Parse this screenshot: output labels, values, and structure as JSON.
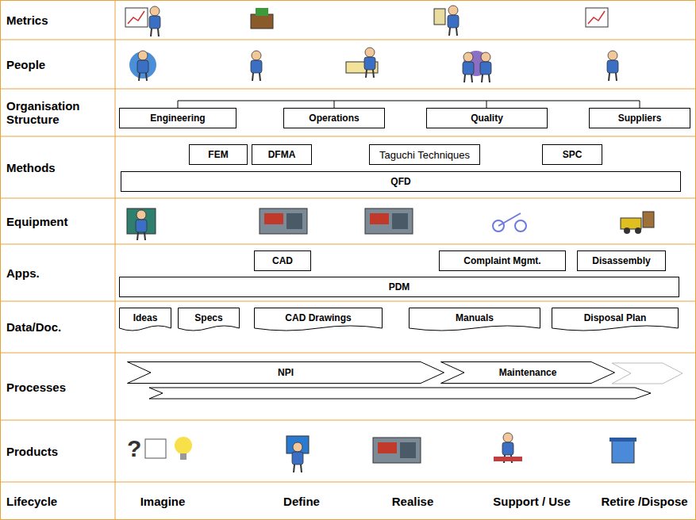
{
  "diagram": {
    "nodes": [
      {
        "text": [
          "Engineering"
        ]
      },
      {
        "text": [
          "Operations"
        ]
      },
      {
        "text": [
          "Quality"
        ]
      },
      {
        "text": [
          "Suppliers"
        ]
      },
      {
        "text": [
          "FEM"
        ]
      },
      {
        "text": [
          "DFMA"
        ]
      },
      {
        "text": [
          "Taguchi Techniques"
        ]
      },
      {
        "text": [
          "SPC"
        ]
      },
      {
        "text": [
          "QFD"
        ]
      },
      {
        "text": [
          "CAD"
        ]
      },
      {
        "text": [
          "Complaint Mgmt."
        ]
      },
      {
        "text": [
          "Disassembly"
        ]
      },
      {
        "text": [
          "PDM"
        ]
      },
      {
        "text": [
          "Ideas"
        ]
      },
      {
        "text": [
          "Specs"
        ]
      },
      {
        "text": [
          "CAD Drawings"
        ]
      },
      {
        "text": [
          "Manuals"
        ]
      },
      {
        "text": [
          "Disposal Plan"
        ]
      },
      {
        "text": [
          "NPI"
        ]
      },
      {
        "text": [
          "Maintenance"
        ]
      }
    ],
    "labels": [
      "Metrics",
      "People",
      "Organisation Structure",
      "Methods",
      "Equipment",
      "Apps.",
      "Data/Doc.",
      "Processes",
      "Products",
      "Lifecycle",
      "Imagine",
      "Define",
      "Realise",
      "Support / Use",
      "Retire /Dispose"
    ]
  }
}
